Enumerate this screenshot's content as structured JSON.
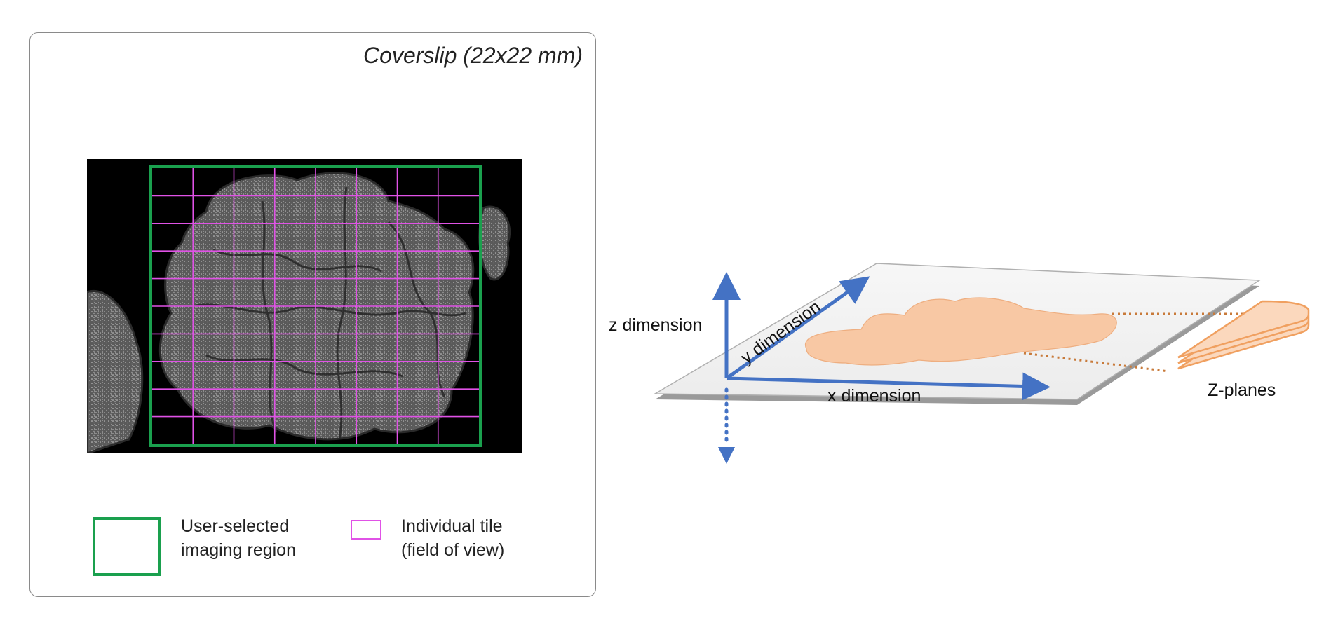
{
  "left_panel": {
    "title": "Coverslip (22x22 mm)",
    "tile_grid": {
      "columns": 8,
      "rows": 10
    },
    "legend": [
      {
        "label": "User-selected\nimaging region",
        "color": "#1aa04e"
      },
      {
        "label": "Individual tile\n(field of view)",
        "color": "#e052e6"
      }
    ]
  },
  "right_panel": {
    "z_label": "z dimension",
    "y_label": "y dimension",
    "x_label": "x dimension",
    "zplanes_label": "Z-planes",
    "colors": {
      "axis": "#4472c4",
      "tissue": "#f8c8a4",
      "zplane": "#f0a060",
      "slide": "#f2f2f2"
    }
  }
}
